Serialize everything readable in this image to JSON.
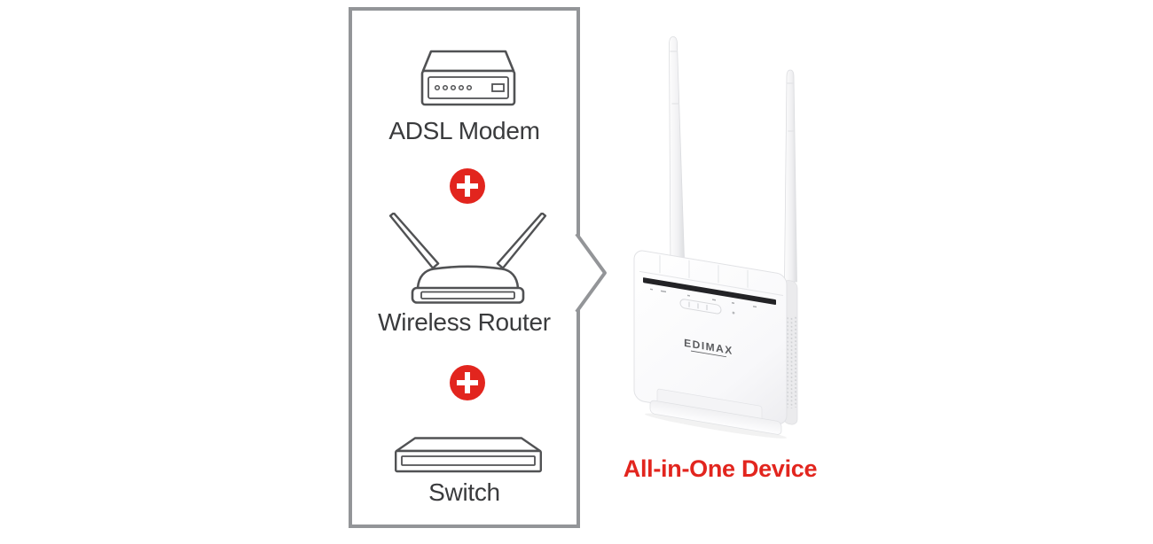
{
  "diagram": {
    "box": {
      "items": [
        {
          "id": "adsl-modem",
          "label": "ADSL Modem"
        },
        {
          "id": "wireless-router",
          "label": "Wireless Router"
        },
        {
          "id": "switch",
          "label": "Switch"
        }
      ]
    },
    "result": {
      "caption": "All-in-One Device",
      "brand": "EDIMAX"
    },
    "colors": {
      "accent_red": "#e2251e",
      "box_border": "#939598",
      "icon_outline": "#515254",
      "label_text": "#3a3b3d"
    }
  }
}
